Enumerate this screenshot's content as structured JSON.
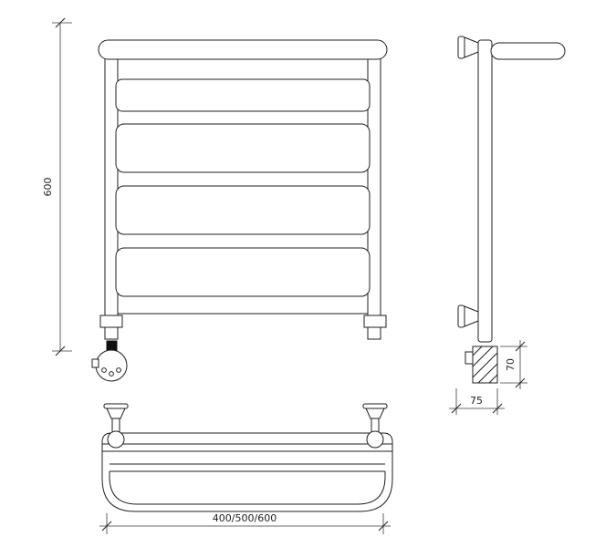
{
  "colors": {
    "line": "#1f1f1f",
    "background": "#ffffff"
  },
  "front_view": {
    "height_dimension": "600"
  },
  "side_view": {
    "box_height_dimension": "70",
    "box_depth_dimension": "75"
  },
  "top_view": {
    "width_dimension": "400/500/600"
  }
}
